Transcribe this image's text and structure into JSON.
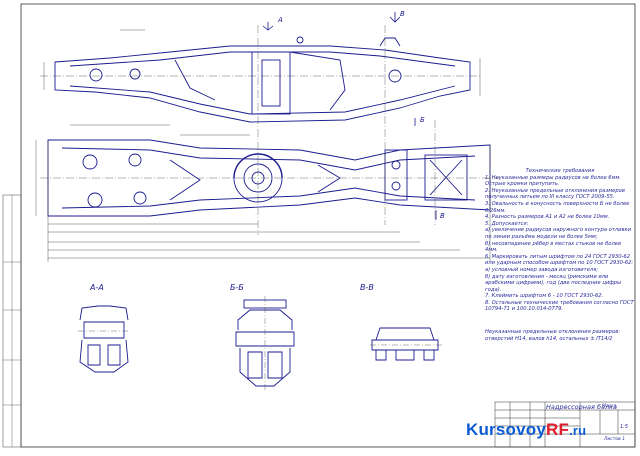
{
  "sections": {
    "a": "А-А",
    "b": "Б-Б",
    "c": "В-В"
  },
  "markers": {
    "a": "А",
    "b": "Б",
    "c": "В"
  },
  "notes_title": "Технические требования",
  "notes": [
    "1. Неуказанные размеры радиусов не более 6мм.",
    "Острые кромки притупить.",
    "2. Неуказанные предельные отклонения размеров полученных литьем по III классу ГОСТ 2009-55.",
    "3. Овальность и конусность поверхности Б не более 0,26мм.",
    "4. Разность размеров А1 и А2 не более 10мм.",
    "5. Допускается:",
    "а) увеличение радиусов наружного контура отливки по линии разъёма модели не более 5мм;",
    "б) несовпадение рёбер в местах стыков не более 4мм.",
    "6. Маркировать литым шрифтом по 24 ГОСТ 2930-62 или ударным способом шрифтом по 10 ГОСТ 2930-62:",
    "а) условный номер завода изготовителя;",
    "б) дату изготовления - месяц (римскими или арабскими цифрами), год (две последние цифры года).",
    "7. Клеймить шрифтом 6 - 10 ГОСТ 2930-62.",
    "8. Остальные технические требования согласно ГОСТ 10794-71 и 100.10.014-0779."
  ],
  "notes_extra": "Неуказанные предельные отклонения размеров: отверстий Н14, валов h14, остальных ± IT14/2",
  "title_block": {
    "name": "Надрессорная балка",
    "sheet": "1:5",
    "sheets": "Листов 1",
    "mass": "Масса"
  },
  "watermark": {
    "a": "Kursovoy",
    "b": "RF",
    "c": ".ru"
  }
}
